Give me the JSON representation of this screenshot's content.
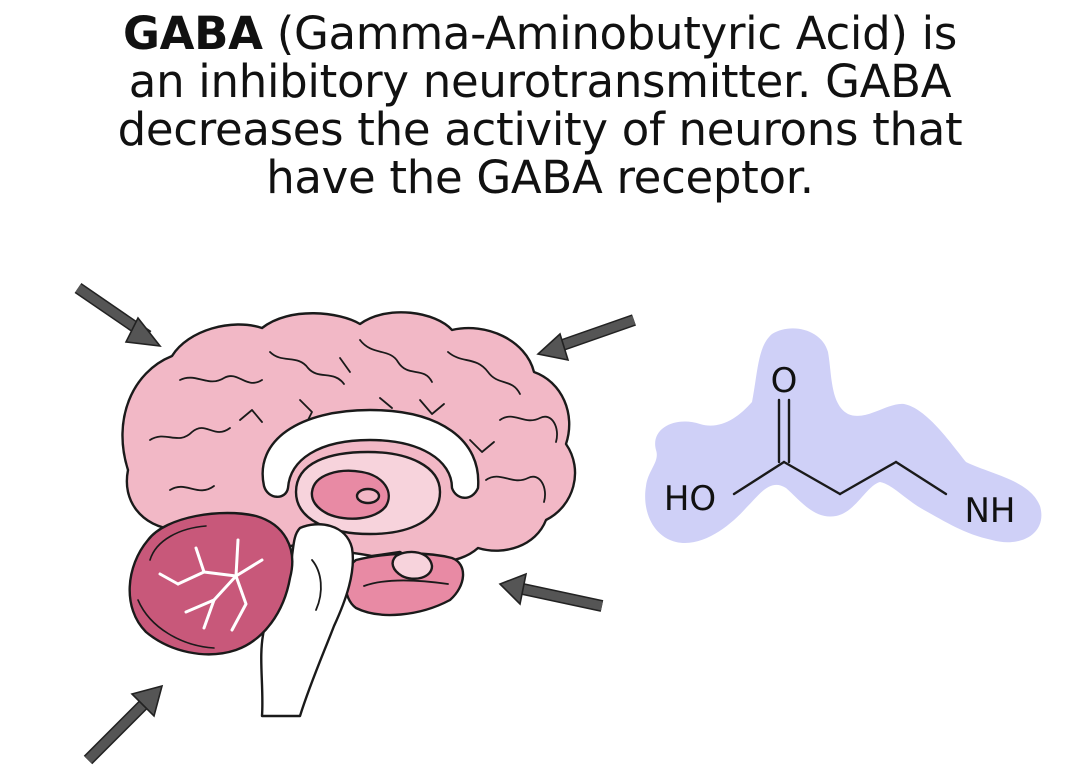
{
  "headline": {
    "term": "GABA",
    "line1_rest": " (Gamma-Aminobutyric Acid) is",
    "line2": "an inhibitory neurotransmitter. GABA",
    "line3": "decreases the activity of neurons that",
    "line4": "have the GABA receptor."
  },
  "molecule": {
    "oxygen_label": "O",
    "hydroxyl_label": "HO",
    "amine_label": "NH",
    "highlight_color": "#cfd0f7"
  },
  "colors": {
    "brain_pink": "#f2b8c6",
    "brain_light": "#f7d3dc",
    "brain_dark": "#e88aa4",
    "cerebellum": "#c8587a",
    "arrow_gray": "#555555"
  },
  "arrows": [
    {
      "name": "arrow-top-left",
      "direction": "down-right"
    },
    {
      "name": "arrow-top-right",
      "direction": "down-left"
    },
    {
      "name": "arrow-mid-right",
      "direction": "left"
    },
    {
      "name": "arrow-bottom-left",
      "direction": "up-right"
    }
  ]
}
